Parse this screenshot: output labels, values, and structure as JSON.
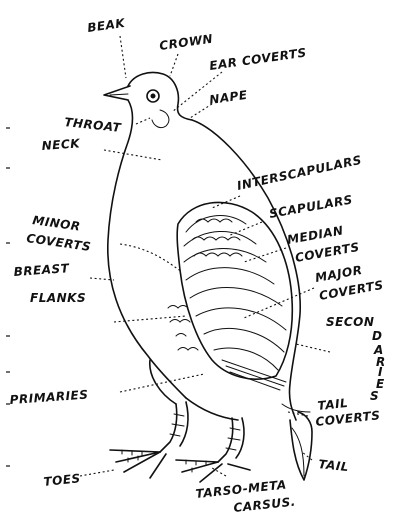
{
  "figure": {
    "subject": "bird-body-parts",
    "labels": {
      "beak": "BEAK",
      "crown": "CROWN",
      "ear_coverts": "EAR COVERTS",
      "nape": "NAPE",
      "throat": "THROAT",
      "neck": "NECK",
      "interscapulars": "INTERSCAPULARS",
      "scapulars": "SCAPULARS",
      "median_coverts": [
        "MEDIAN",
        "COVERTS"
      ],
      "minor_coverts": [
        "MINOR",
        "COVERTS"
      ],
      "major_coverts": [
        "MAJOR",
        "COVERTS"
      ],
      "breast": "BREAST",
      "flanks": "FLANKS",
      "secondaries": [
        "SECON",
        "D",
        "A",
        "R",
        "I",
        "E",
        "S"
      ],
      "primaries": "PRIMARIES",
      "tail_coverts": [
        "TAIL",
        "COVERTS"
      ],
      "tail": "TAIL",
      "toes": "TOES",
      "tarso_metacarsus": [
        "TARSO-META",
        "CARSUS."
      ]
    },
    "line_color": "#111111",
    "background": "#ffffff"
  }
}
